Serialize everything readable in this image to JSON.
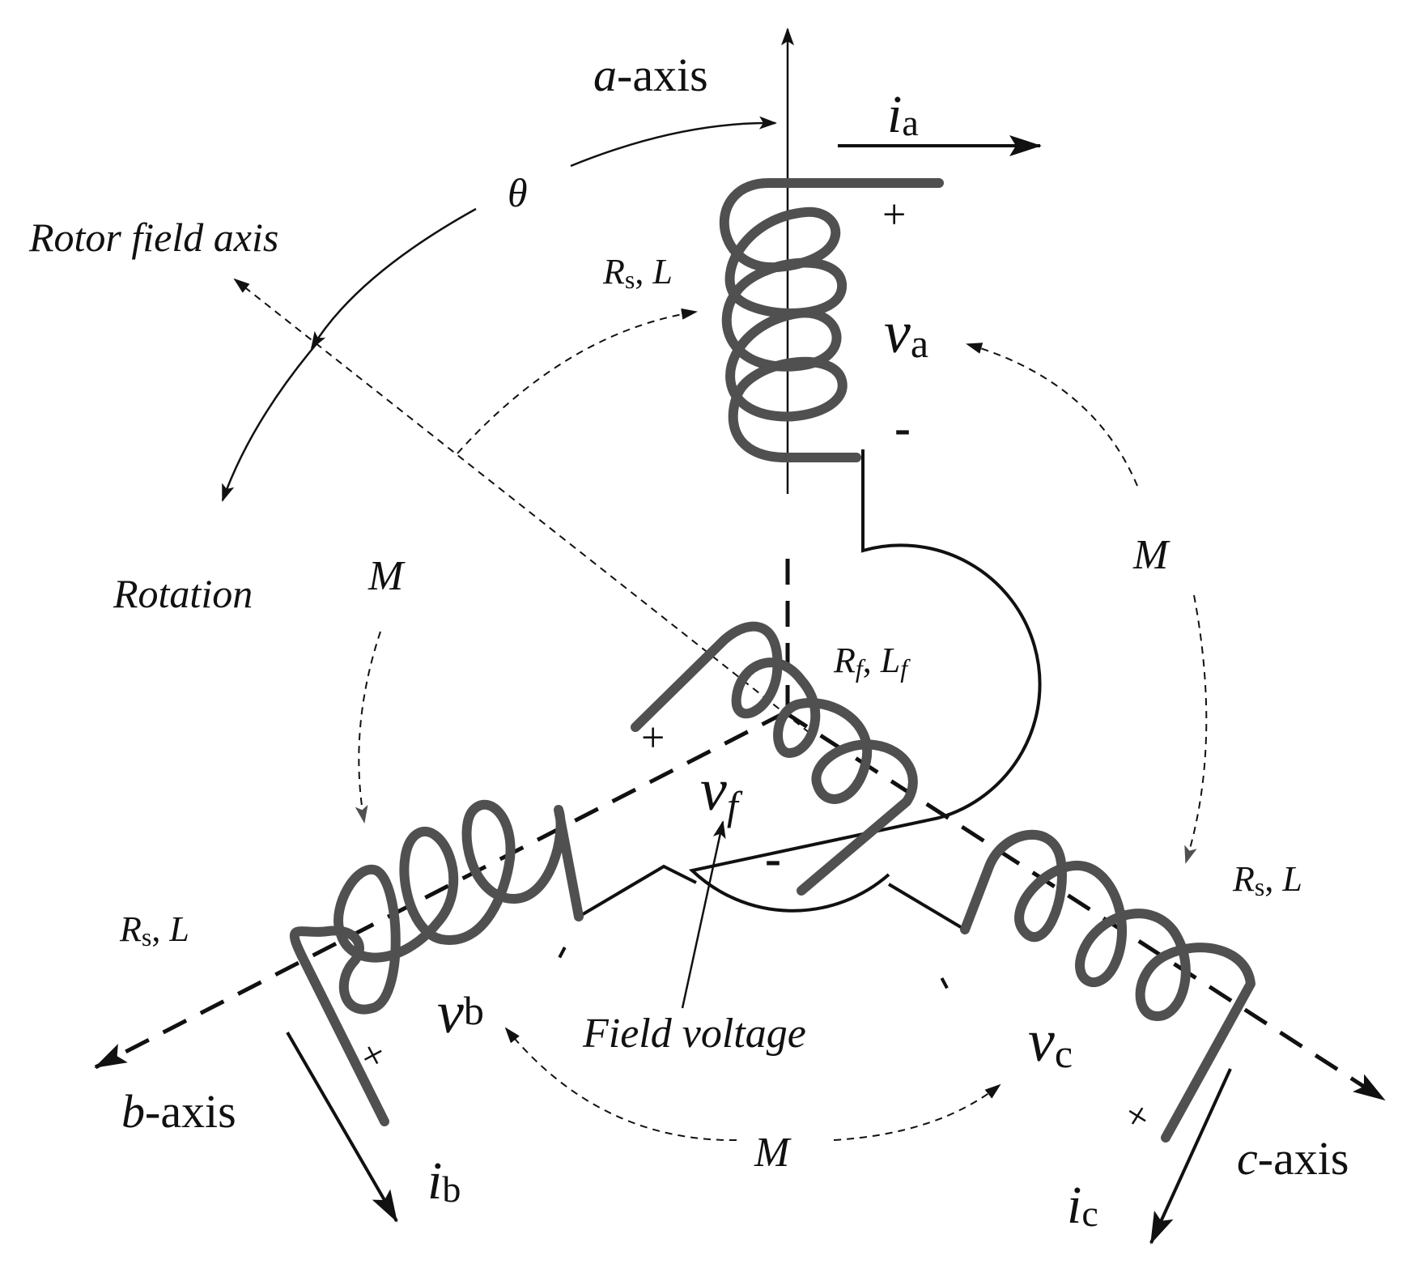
{
  "axes": {
    "a": {
      "letter": "a",
      "suffix": "-axis"
    },
    "b": {
      "letter": "b",
      "suffix": "-axis"
    },
    "c": {
      "letter": "c",
      "suffix": "-axis"
    },
    "rotor": "Rotor field axis"
  },
  "angle": "θ",
  "rotation": "Rotation",
  "field_voltage": "Field voltage",
  "mutual": [
    "M",
    "M",
    "M"
  ],
  "stator_params": {
    "R": "R",
    "sub": "s",
    "sep": ", ",
    "L": "L"
  },
  "field_params": {
    "R": "R",
    "sub": "f",
    "sep": ", ",
    "L": "L",
    "lsub": "f"
  },
  "currents": {
    "a": {
      "sym": "i",
      "sub": "a"
    },
    "b": {
      "sym": "i",
      "sub": "b"
    },
    "c": {
      "sym": "i",
      "sub": "c"
    }
  },
  "voltages": {
    "a": {
      "sym": "v",
      "sub": "a"
    },
    "b": {
      "sym": "v",
      "sub": "b"
    },
    "c": {
      "sym": "v",
      "sub": "c"
    },
    "f": {
      "sym": "v",
      "sub": "f"
    }
  },
  "signs": {
    "plus": "+",
    "minus": "-"
  },
  "colors": {
    "coil": "#505050",
    "line": "#111111",
    "background": "#ffffff"
  }
}
